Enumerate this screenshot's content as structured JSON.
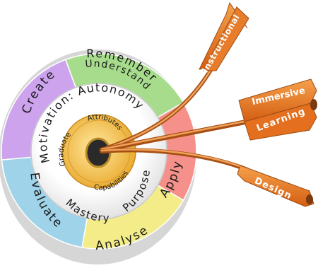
{
  "segments": [
    {
      "label": "Remember",
      "color": "#a6dc8c"
    },
    {
      "label": "Understand",
      "color": "#a6dc8c"
    },
    {
      "label": "Apply",
      "color": "#f5918a"
    },
    {
      "label": "Analyse",
      "color": "#f3ec88"
    },
    {
      "label": "Evaluate",
      "color": "#9fd3ea"
    },
    {
      "label": "Create",
      "color": "#cda3ee"
    }
  ],
  "middle_ring": {
    "top_text": "Motivation: Autonomy",
    "purpose": "Purpose",
    "mastery": "Mastery",
    "color": "#f2f2f2"
  },
  "inner_ring": {
    "attributes": "Attributes",
    "graduate": "Graduate",
    "capabilities": "Capabilities",
    "color": "#f2c04c"
  },
  "arrows": [
    {
      "label": "Instructional",
      "color": "#e8742a"
    },
    {
      "label": "Immersive",
      "color": "#e8742a"
    },
    {
      "label": "Learning",
      "color": "#e8742a"
    },
    {
      "label": "Design",
      "color": "#e8742a"
    }
  ]
}
